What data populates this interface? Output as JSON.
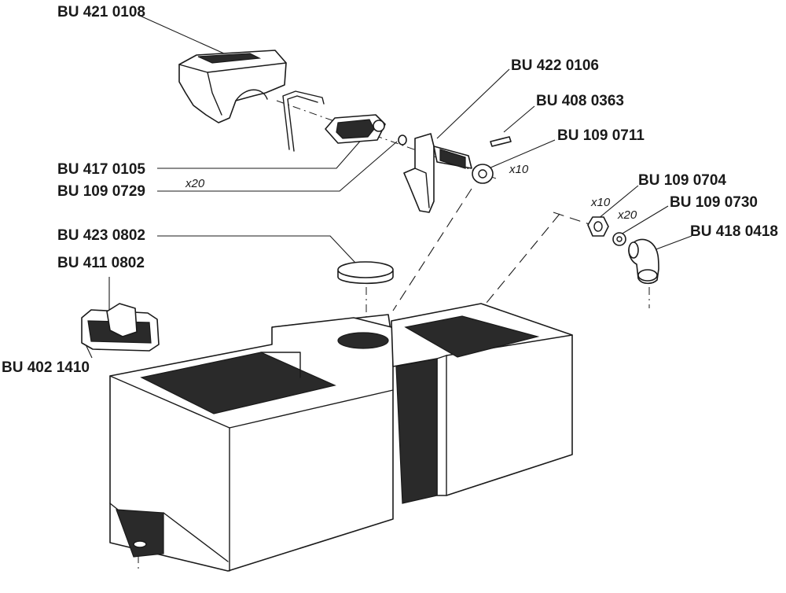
{
  "parts": {
    "cover": "BU 421 0108",
    "float_valve": "BU 422 0106",
    "pin": "BU 408 0363",
    "washer_large": "BU 109 0711",
    "valve_body": "BU 417 0105",
    "small_washer": "BU 109 0729",
    "nut": "BU 109 0704",
    "nut_washer": "BU 109 0730",
    "elbow": "BU 418 0418",
    "plug_disc": "BU 423 0802",
    "drain_assembly": "BU 411 0802",
    "drain_plate": "BU 402 1410"
  },
  "quantities": {
    "small_washer_qty": "x20",
    "washer_large_qty": "x10",
    "nut_qty": "x10",
    "nut_washer_qty": "x20"
  }
}
